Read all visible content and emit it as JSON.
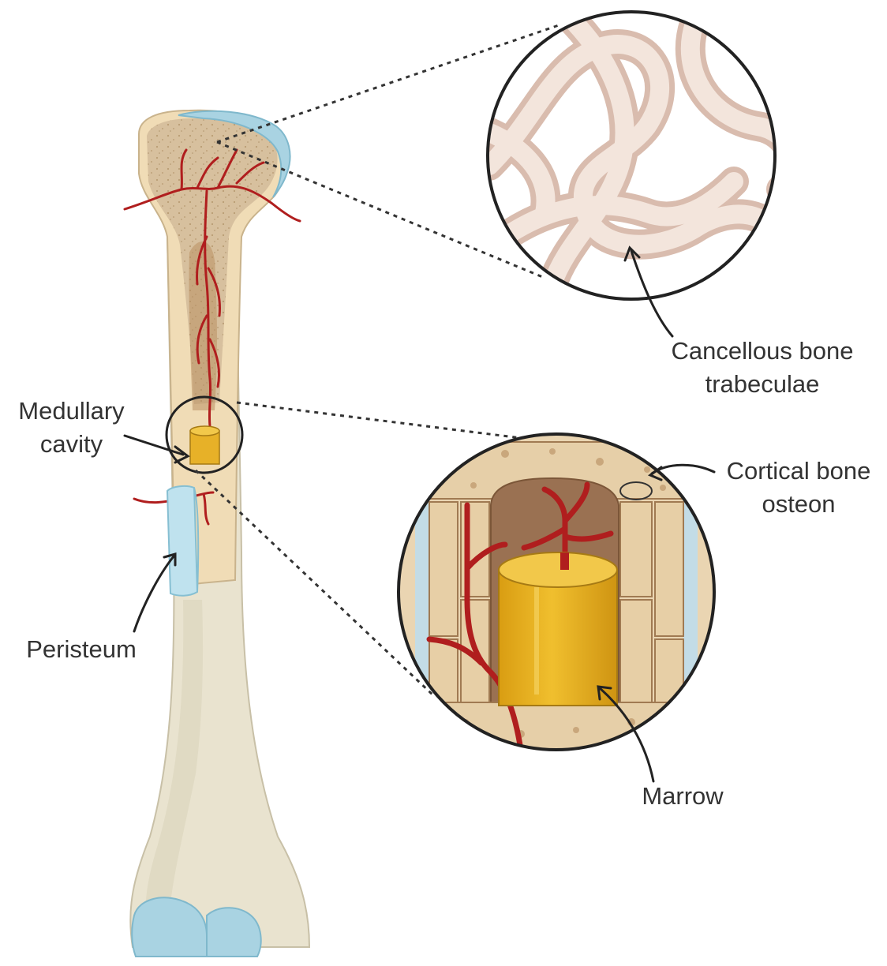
{
  "labels": {
    "medullary_cavity": [
      "Medullary",
      "cavity"
    ],
    "peristeum": "Peristeum",
    "cancellous": [
      "Cancellous bone",
      "trabeculae"
    ],
    "cortical": [
      "Cortical bone",
      "osteon"
    ],
    "marrow": "Marrow"
  },
  "colors": {
    "bone_shaft": "#e9e3cf",
    "spongy_bone": "#d9c2a0",
    "cartilage": "#a9d3e2",
    "vessel": "#b01e1e",
    "marrow": "#e1ad22",
    "trabeculae": "#ecd9cf"
  }
}
